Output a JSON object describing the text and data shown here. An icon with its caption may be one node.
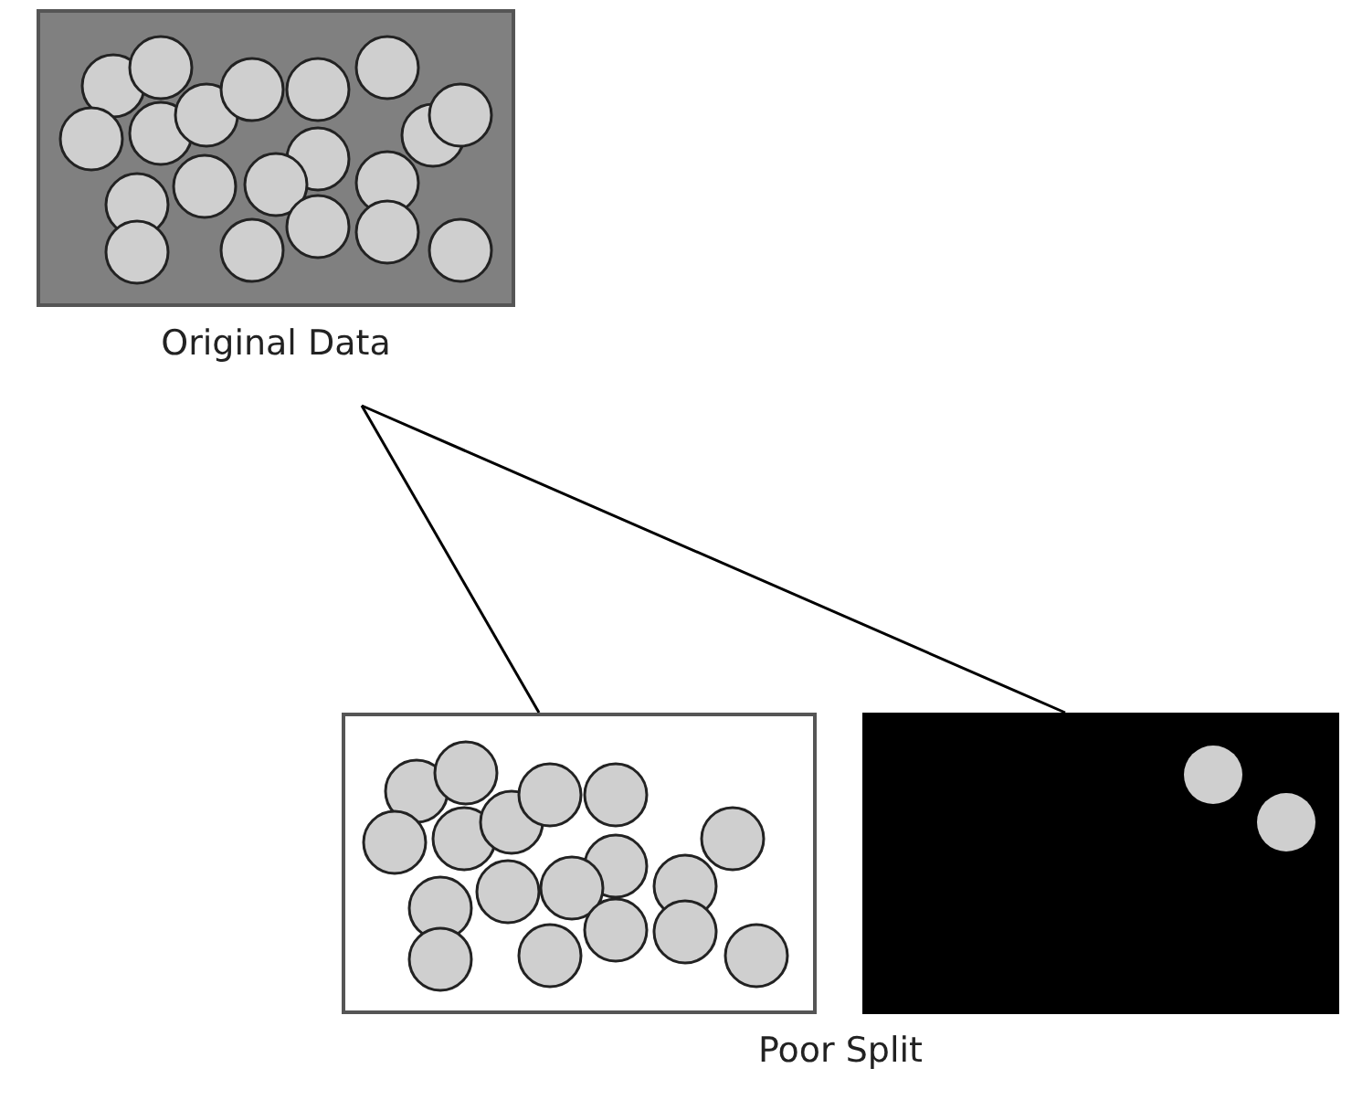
{
  "diagram": {
    "nodes": [
      {
        "text": [
          "Original Data"
        ]
      },
      {
        "text": [],
        "shape": "box"
      },
      {
        "text": [],
        "shape": "box"
      }
    ],
    "edges": [
      {
        "from": 0,
        "to": 1,
        "arrow": "none"
      },
      {
        "from": 0,
        "to": 2,
        "arrow": "none"
      }
    ],
    "labels": [
      "Poor Split"
    ]
  }
}
